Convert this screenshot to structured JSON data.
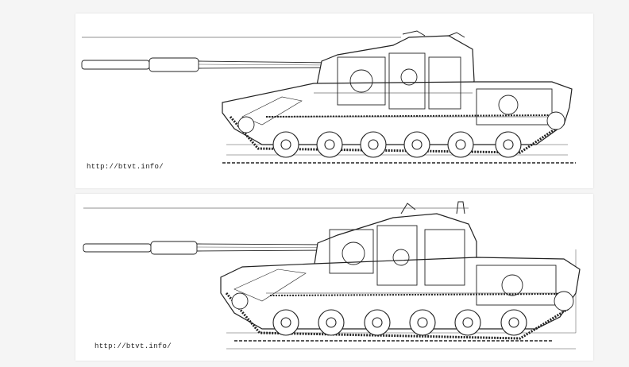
{
  "images": [
    {
      "id": "top",
      "watermark": "http://btvt.info/"
    },
    {
      "id": "bottom",
      "watermark": "http://btvt.info/"
    }
  ]
}
